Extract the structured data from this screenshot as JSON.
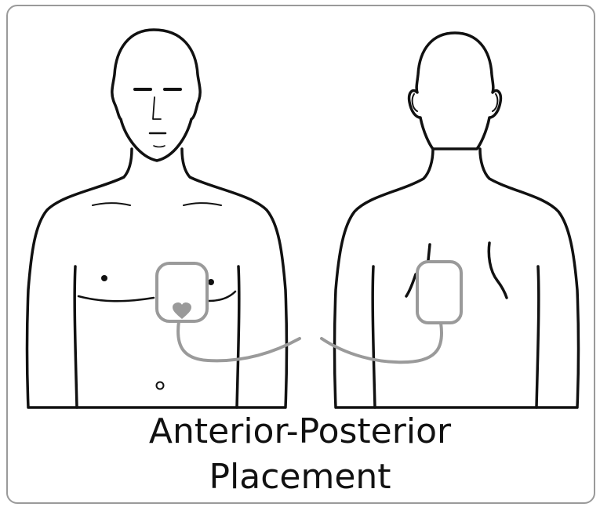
{
  "caption": {
    "line1": "Anterior-Posterior",
    "line2": "Placement"
  },
  "colors": {
    "outline": "#111111",
    "pad": "#9a9a9a",
    "frame": "#9a9a9a",
    "background": "#ffffff"
  },
  "figures": {
    "front": "torso-front-view",
    "back": "torso-back-view",
    "anterior_pad_marker": "heart-icon"
  }
}
